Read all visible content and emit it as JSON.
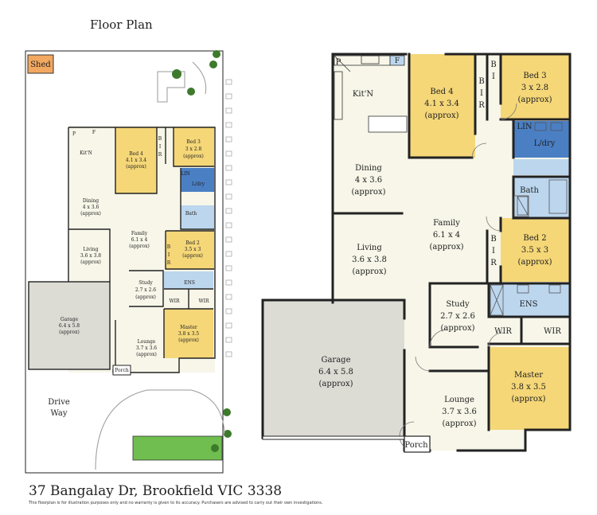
{
  "header": {
    "title": "Floor Plan"
  },
  "footer": {
    "address": "37 Bangalay Dr, Brookfield VIC 3338",
    "disclaimer": "This floorplan is for illustration purposes only and no warranty is given to its accuracy. Purchasers are advised to carry out their own investigations."
  },
  "site": {
    "shed": "Shed",
    "drive": "Drive",
    "way": "Way"
  },
  "rooms": {
    "kitchen": {
      "name": "Kit'N"
    },
    "bed4": {
      "name": "Bed 4",
      "size": "4.1 x 3.4",
      "note": "(approx)"
    },
    "bed3": {
      "name": "Bed 3",
      "size": "3 x 2.8",
      "note": "(approx)"
    },
    "bed2": {
      "name": "Bed 2",
      "size": "3.5 x 3",
      "note": "(approx)"
    },
    "dining": {
      "name": "Dining",
      "size": "4 x 3.6",
      "note": "(approx)"
    },
    "family": {
      "name": "Family",
      "size": "6.1 x 4",
      "note": "(approx)"
    },
    "living": {
      "name": "Living",
      "size": "3.6 x 3.8",
      "note": "(approx)"
    },
    "study": {
      "name": "Study",
      "size": "2.7 x 2.6",
      "note": "(approx)"
    },
    "garage": {
      "name": "Garage",
      "size": "6.4 x 5.8",
      "note": "(approx)"
    },
    "lounge": {
      "name": "Lounge",
      "size": "3.7 x 3.6",
      "note": "(approx)"
    },
    "master": {
      "name": "Master",
      "size": "3.8 x 3.5",
      "note": "(approx)"
    },
    "porch": {
      "name": "Porch"
    },
    "bath": {
      "name": "Bath"
    },
    "ens": {
      "name": "ENS"
    },
    "lin": {
      "name": "LIN"
    },
    "ldry": {
      "name": "L/dry"
    },
    "wir": {
      "name": "WIR"
    },
    "bir_b": "B",
    "bir_i": "I",
    "bir_r": "R",
    "pantry": "P",
    "fridge": "F"
  },
  "colors": {
    "bed": "#f5d778",
    "wet": "#bcd6ee",
    "laundry": "#4a7fc4",
    "floor": "#f7f6e9",
    "garage": "#dcdcd5",
    "shed": "#f2a860",
    "grass": "#6fbe4f",
    "wall": "#222222"
  }
}
